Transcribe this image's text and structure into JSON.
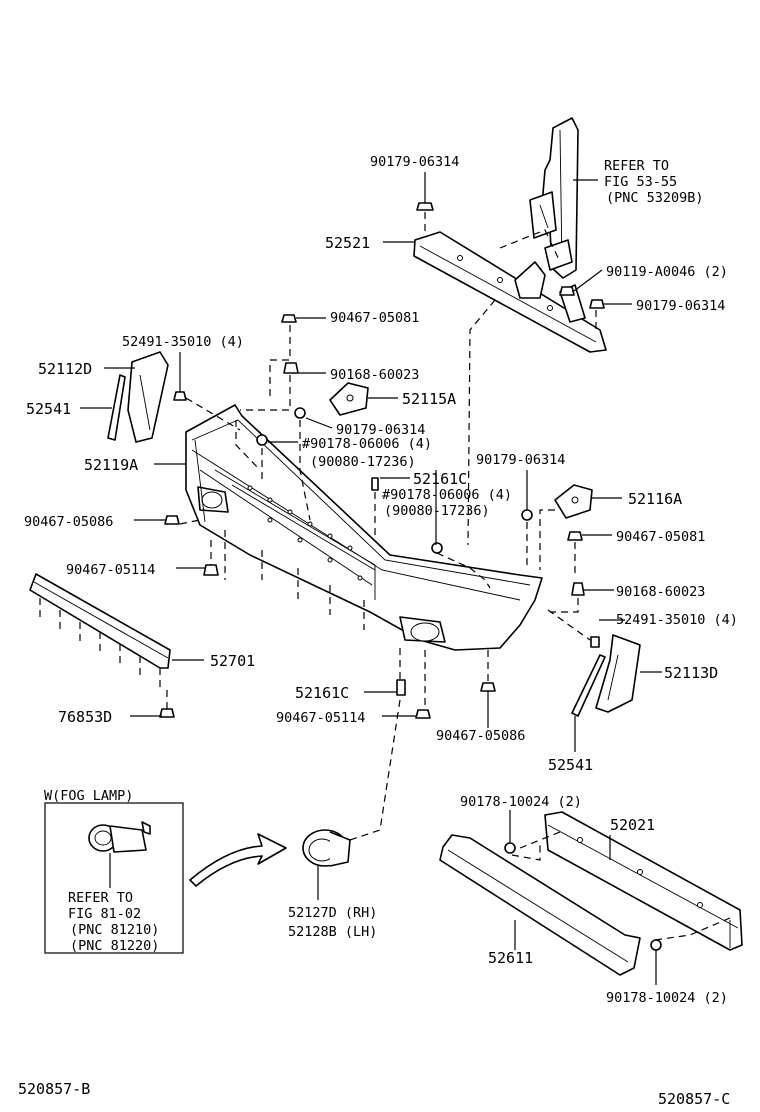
{
  "labels": {
    "p_90179_06314_top": "90179-06314",
    "refer_53": "REFER TO",
    "refer_53_fig": "FIG 53-55",
    "refer_53_pnc": "(PNC 53209B)",
    "p_52521": "52521",
    "p_90119_a0046": "90119-A0046 (2)",
    "p_90179_06314_r": "90179-06314",
    "p_90467_05081_top": "90467-05081",
    "p_52491_l": "52491-35010 (4)",
    "p_52112d": "52112D",
    "p_90168_60023_top": "90168-60023",
    "p_52541_l": "52541",
    "p_52115a": "52115A",
    "p_90179_06314_mid": "90179-06314",
    "p_hash_90178_06006_a": "#90178-06006 (4)",
    "p_90080_17236_a": "(90080-17236)",
    "p_52119a": "52119A",
    "p_90179_06314_mr": "90179-06314",
    "p_52161c_top": "52161C",
    "p_hash_90178_06006_b": "#90178-06006 (4)",
    "p_90080_17236_b": "(90080-17236)",
    "p_52116a": "52116A",
    "p_90467_05086_l": "90467-05086",
    "p_90467_05081_r": "90467-05081",
    "p_90467_05114_l": "90467-05114",
    "p_90168_60023_r": "90168-60023",
    "p_52491_r": "52491-35010 (4)",
    "p_52701": "52701",
    "p_52113d": "52113D",
    "p_52161c_bot": "52161C",
    "p_76853d": "76853D",
    "p_90467_05114_b": "90467-05114",
    "p_90467_05086_b": "90467-05086",
    "p_52541_r": "52541",
    "fog_title": "W(FOG LAMP)",
    "fog_refer": "REFER TO",
    "fog_fig": "FIG 81-02",
    "fog_pnc1": "(PNC 81210)",
    "fog_pnc2": "(PNC 81220)",
    "p_90178_10024_top": "90178-10024 (2)",
    "p_52021": "52021",
    "p_52127d": "52127D (RH)",
    "p_52128b": "52128B (LH)",
    "p_52611": "52611",
    "p_90178_10024_bot": "90178-10024 (2)",
    "code_left": "520857-B",
    "code_right": "520857-C"
  }
}
